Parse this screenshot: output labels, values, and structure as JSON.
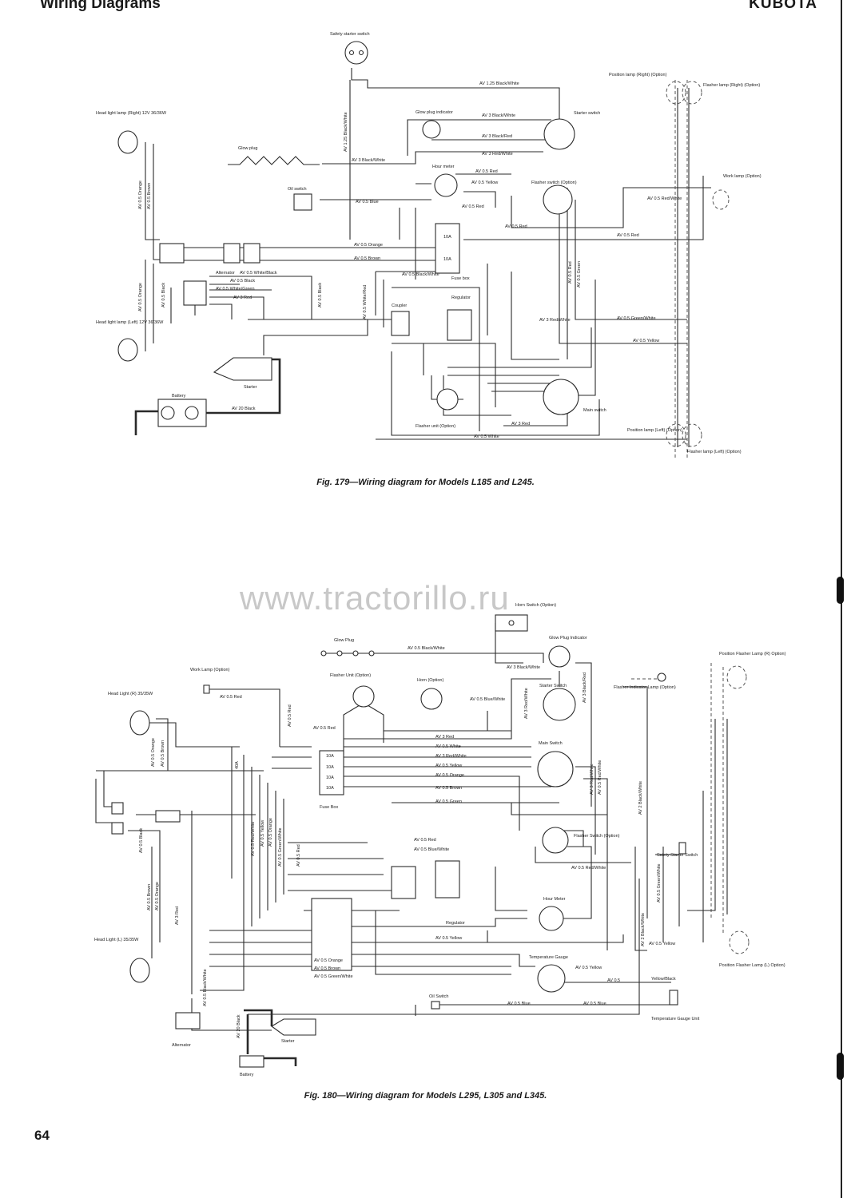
{
  "header": {
    "section": "Wiring Diagrams",
    "brand": "KUBOTA"
  },
  "watermark": "www.tractorillo.ru",
  "page_number": "64",
  "fig179": {
    "caption": "Fig. 179—Wiring diagram for Models L185 and L245.",
    "components": {
      "safety_starter_switch": "Safety starter switch",
      "headlight_right": "Head light lamp (Right) 12V 36/36W",
      "headlight_left": "Head light lamp (Left) 12V 36/36W",
      "glow_plug": "Glow plug",
      "glow_plug_indicator": "Glow plug indicator",
      "starter_switch": "Starter switch",
      "hour_meter": "Hour meter",
      "oil_switch": "Oil switch",
      "flasher_switch": "Flasher switch (Option)",
      "position_lamp_right": "Position lamp (Right) (Option)",
      "flasher_lamp_right": "Flasher lamp (Right) (Option)",
      "work_lamp": "Work lamp (Option)",
      "fuse_box": "Fuse box",
      "alternator": "Alternator",
      "coupler": "Coupler",
      "regulator": "Regulator",
      "starter": "Starter",
      "battery": "Battery",
      "flasher_unit": "Flasher unit (Option)",
      "main_switch": "Main switch",
      "position_lamp_left": "Position lamp (Left) (Option)",
      "flasher_lamp_left": "Flasher lamp (Left) (Option)"
    },
    "wires": {
      "w1": "AV 1.25 Black/White",
      "w2": "AV 1.25 Black/White",
      "w3": "AV 3 Black/White",
      "w4": "AV 3 Black/Red",
      "w5": "AV 3 Red/White",
      "w6": "AV 3 Black/White",
      "w7": "AV 0.5 Red",
      "w8": "AV 0.5 Yellow",
      "w9": "AV 0.5 Blue",
      "w10": "AV 0.5 Red",
      "w11": "AV 0.5 Orange",
      "w12": "AV 0.5 Brown",
      "w13": "AV 0.5 Orange",
      "w14": "AV 0.5 Brown",
      "w15": "AV 0.5 Orange",
      "w16": "AV 0.5 Black",
      "w17": "AV 0.5 White/Black",
      "w18": "AV 0.5 Black",
      "w19": "AV 0.5 White/Green",
      "w20": "AV 3 Red",
      "w21": "AV 0.5 Black",
      "w22": "AV 0.5 Black/White",
      "w23": "AV 0.5 White/Red",
      "w24": "AV 0.5 Red",
      "w25": "AV 0.5 Red/White",
      "w26": "AV 0.5 Red",
      "w27": "AV 0.5 Red",
      "w28": "AV 0.5 Green",
      "w29": "AV 0.5 Green/White",
      "w30": "AV 3 Red/White",
      "w31": "AV 0.5 Yellow",
      "w32": "AV 20 Black",
      "w33": "AV 3 Red",
      "w34": "AV 0.5 White"
    },
    "fuse_labels": [
      "10A",
      "10A"
    ]
  },
  "fig180": {
    "caption": "Fig. 180—Wiring diagram for Models L295, L305 and L345.",
    "components": {
      "horn_switch": "Horn Switch (Option)",
      "glow_plug": "Glow Plug",
      "glow_plug_indicator": "Glow Plug Indicator",
      "work_lamp": "Work Lamp (Option)",
      "headlight_right": "Head Light (R) 35/35W",
      "flasher_unit": "Flasher Unit (Option)",
      "horn": "Horn (Option)",
      "starter_switch": "Starter Switch",
      "flasher_indicator_lamp": "Flasher Indicator Lamp (Option)",
      "position_flasher_right": "Position Flasher Lamp (R) Option)",
      "main_switch": "Main Switch",
      "fuse_box": "Fuse Box",
      "flasher_switch": "Flasher Switch (Option)",
      "safety_starter_switch": "Safety Starter Switch",
      "regulator": "Regulator",
      "hour_meter": "Hour Meter",
      "headlight_left": "Head Light (L) 35/35W",
      "temperature_gauge": "Temperature Gauge",
      "position_flasher_left": "Position Flasher Lamp (L) Option)",
      "oil_switch": "Oil Switch",
      "temperature_gauge_unit": "Temperature Gauge Unit",
      "alternator": "Alternator",
      "starter": "Starter",
      "battery": "Battery"
    },
    "wires": {
      "w1": "AV 0.5 Black/White",
      "w2": "AV 0.5 Red",
      "w3": "AV 0.5 Red",
      "w4": "AV 0.5 Red",
      "w5": "AV 0.5 Blue/White",
      "w6": "AV 3 Black/White",
      "w7": "AV 3 Red/White",
      "w8": "AV 3 Black/Red",
      "w9": "AV 3 Red",
      "w10": "AV 0.5 White",
      "w11": "AV 3 Red/White",
      "w12": "AV 0.5 Yellow",
      "w13": "AV 0.5 Orange",
      "w14": "AV 0.5 Brown",
      "w15": "AV 0.5 Green",
      "w16": "AV 0.5 Orange",
      "w17": "AV 0.5 Brown",
      "w18": "AV 0.5 Black",
      "w19": "AV 0.5 Red/White",
      "w20": "AV 0.5 Yellow",
      "w21": "AV 0.5 Orange",
      "w22": "AV 0.5 Green/White",
      "w23": "AV 0.5 Red",
      "w24": "AV 3 Red/White",
      "w25": "AV 0.5 Red/White",
      "w26": "AV 2 Black/White",
      "w27": "AV 0.5 Red",
      "w28": "AV 0.5 Blue/White",
      "w29": "AV 0.5 Red/White",
      "w30": "AV 0.5 Brown",
      "w31": "AV 0.5 Orange",
      "w32": "AV 3 Red",
      "w33": "AV 0.5 Yellow",
      "w34": "AV 0.5 Orange",
      "w35": "AV 0.5 Brown",
      "w36": "AV 0.5 Green/White",
      "w37": "AV 0.5 Black/White",
      "w38": "AV 0.5 Yellow",
      "w39": "AV 0.5",
      "w40": "Yellow/Black",
      "w41": "AV 0.5 Blue",
      "w42": "AV 0.5 Blue",
      "w43": "AV 20 Black",
      "w44": "AV 2 Black/White",
      "w45": "AV 0.5 Green/White",
      "w46": "AV 0.5 Yellow",
      "w47": "40A"
    },
    "fuse_labels": [
      "10A",
      "10A",
      "10A",
      "10A"
    ]
  }
}
